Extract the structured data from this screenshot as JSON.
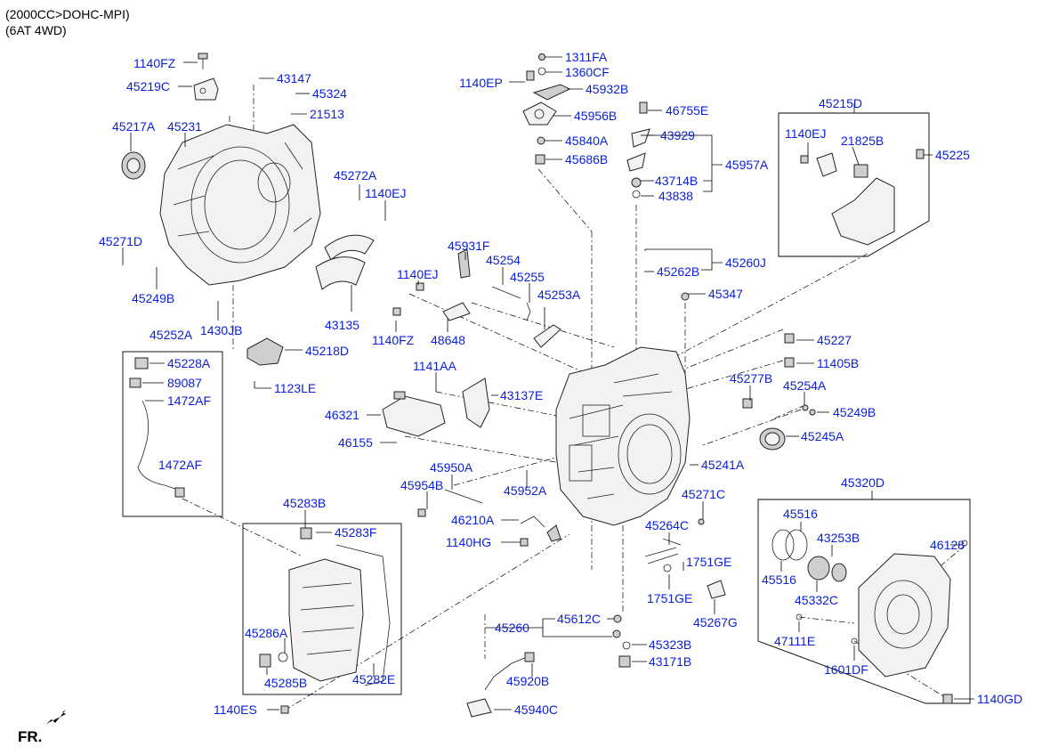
{
  "header": {
    "line1": "(2000CC>DOHC-MPI)",
    "line2": "(6AT 4WD)"
  },
  "fr_label": "FR.",
  "parts": [
    "1140FZ",
    "45219C",
    "43147",
    "45324",
    "21513",
    "45217A",
    "45231",
    "45272A",
    "1140EJ",
    "45271D",
    "45249B",
    "43135",
    "1430JB",
    "45252A",
    "45218D",
    "45228A",
    "89087",
    "1472AF",
    "1123LE",
    "1472AF",
    "1311FA",
    "1360CF",
    "1140EP",
    "45932B",
    "45956B",
    "45840A",
    "45686B",
    "46755E",
    "43929",
    "45957A",
    "43714B",
    "43838",
    "45215D",
    "1140EJ",
    "21825B",
    "45225",
    "45931F",
    "45254",
    "1140EJ",
    "45255",
    "45253A",
    "1140FZ",
    "48648",
    "45260J",
    "45262B",
    "45347",
    "45227",
    "11405B",
    "1141AA",
    "43137E",
    "46321",
    "45277B",
    "45254A",
    "45249B",
    "46155",
    "45245A",
    "45950A",
    "45954B",
    "45952A",
    "45241A",
    "45271C",
    "46210A",
    "1140HG",
    "45264C",
    "45320D",
    "45283B",
    "45283F",
    "45516",
    "45516",
    "43253B",
    "46128",
    "1751GE",
    "1751GE",
    "45332C",
    "45267G",
    "45286A",
    "45285B",
    "45282E",
    "45612C",
    "45260",
    "45323B",
    "43171B",
    "47111E",
    "45920B",
    "1601DF",
    "1140ES",
    "45940C",
    "1140GD"
  ]
}
